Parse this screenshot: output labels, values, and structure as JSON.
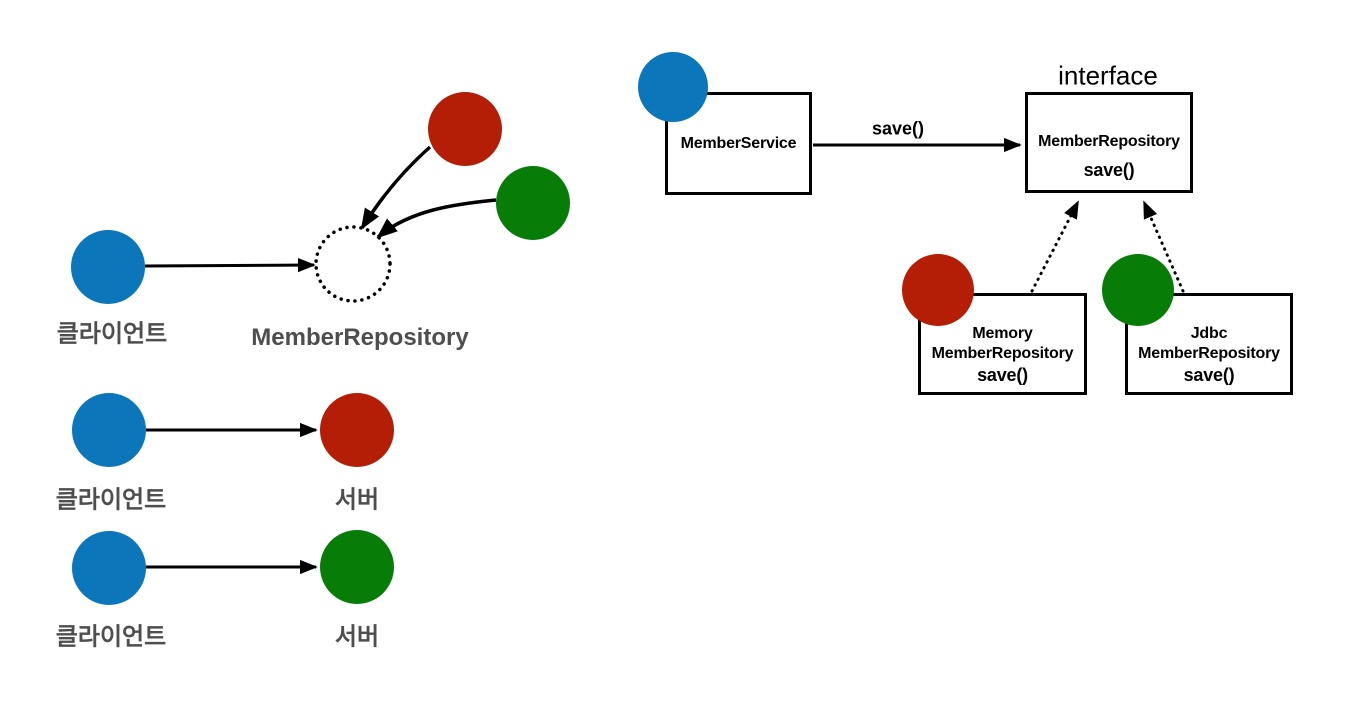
{
  "colors": {
    "client_blue": "#0B76B9",
    "server_red": "#B51E06",
    "server_green": "#077D07",
    "label_gray": "#4E4E4E",
    "line_black": "#000000",
    "background": "#FFFFFF"
  },
  "abstraction_diagram": {
    "client_label": "클라이언트",
    "interface_label": "MemberRepository"
  },
  "direct_call_diagrams": [
    {
      "client_label": "클라이언트",
      "server_label": "서버"
    },
    {
      "client_label": "클라이언트",
      "server_label": "서버"
    }
  ],
  "uml_diagram": {
    "interface_caption": "interface",
    "save_arrow_label": "save()",
    "member_service_box": {
      "title": "MemberService"
    },
    "member_repository_box": {
      "title": "MemberRepository",
      "method": "save()"
    },
    "memory_repository_box": {
      "line1": "Memory",
      "line2": "MemberRepository",
      "method": "save()"
    },
    "jdbc_repository_box": {
      "line1": "Jdbc",
      "line2": "MemberRepository",
      "method": "save()"
    }
  }
}
